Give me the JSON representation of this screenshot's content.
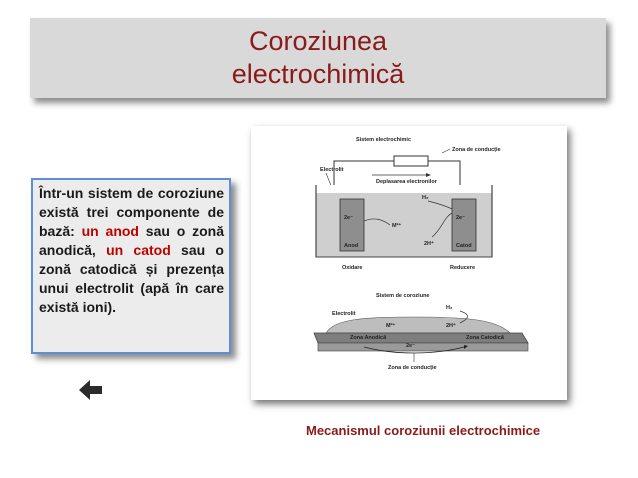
{
  "title": {
    "line1": "Coroziunea",
    "line2": "electrochimică"
  },
  "description": {
    "part1": "Într-un sistem de coroziune există trei componente de bază: ",
    "anod": "un anod",
    "part2": " sau o zonă anodică, ",
    "catod": "un catod",
    "part3": " sau o zonă catodică și prezența unui electrolit (apă în care există ioni)."
  },
  "back_button": {
    "icon": "left-arrow-icon"
  },
  "diagram": {
    "top": {
      "title": "Sistem electrochimic",
      "conduction_zone": "Zona de conducție",
      "electrolyte": "Electrolit",
      "electron_flow": "Deplasarea electronilor",
      "h2": "H₂",
      "e_left": "2e⁻",
      "m_ion": "M²⁺",
      "e_right": "2e⁻",
      "h_ion": "2H⁺",
      "anode": "Anod",
      "cathode": "Catod",
      "oxidation": "Oxidare",
      "reduction": "Reducere"
    },
    "bottom": {
      "title": "Sistem de coroziune",
      "h2": "H₂",
      "electrolyte": "Electrolit",
      "m_ion": "M²⁺",
      "h_ion": "2H⁺",
      "anode_zone": "Zona Anodică",
      "cathode_zone": "Zona Catodică",
      "e": "2e⁻",
      "conduction_zone": "Zona de conducție"
    }
  },
  "caption": "Mecanismul coroziunii electrochimice",
  "colors": {
    "title_text": "#8b1a1a",
    "highlight": "#c00000",
    "box_border": "#5b8fd6",
    "title_bg": "#d9d9d9"
  }
}
